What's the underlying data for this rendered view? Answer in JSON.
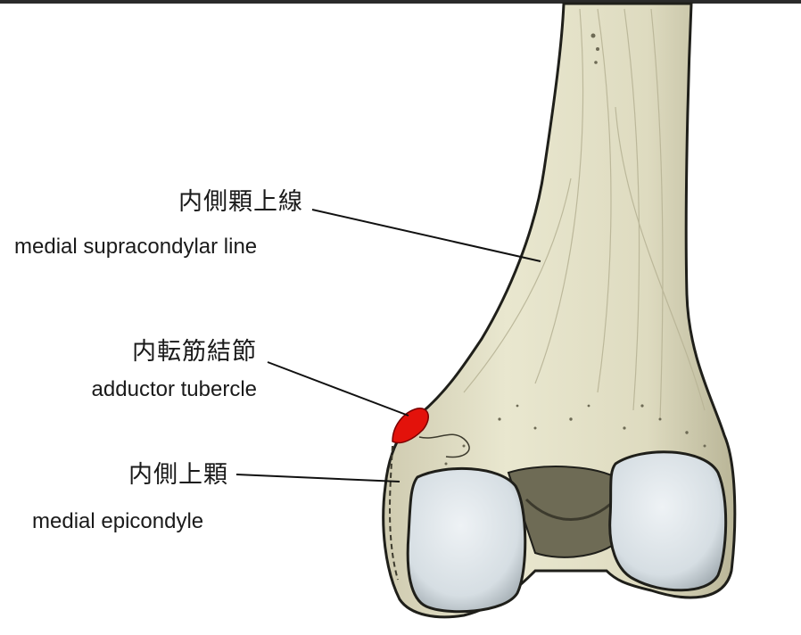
{
  "figure": {
    "labels": {
      "supracondylar_jp": "内側顆上線",
      "supracondylar_en": "medial supracondylar line",
      "adductor_jp": "内転筋結節",
      "adductor_en": "adductor tubercle",
      "epicondyle_jp": "内側上顆",
      "epicondyle_en": "medial epicondyle"
    },
    "colors": {
      "bone_fill": "#e3e1c4",
      "bone_shade": "#c9c6a6",
      "condyle_fill": "#dfe6ea",
      "outline": "#1f1f1a",
      "adductor_highlight": "#e3120b",
      "leader_line": "#111111"
    }
  }
}
